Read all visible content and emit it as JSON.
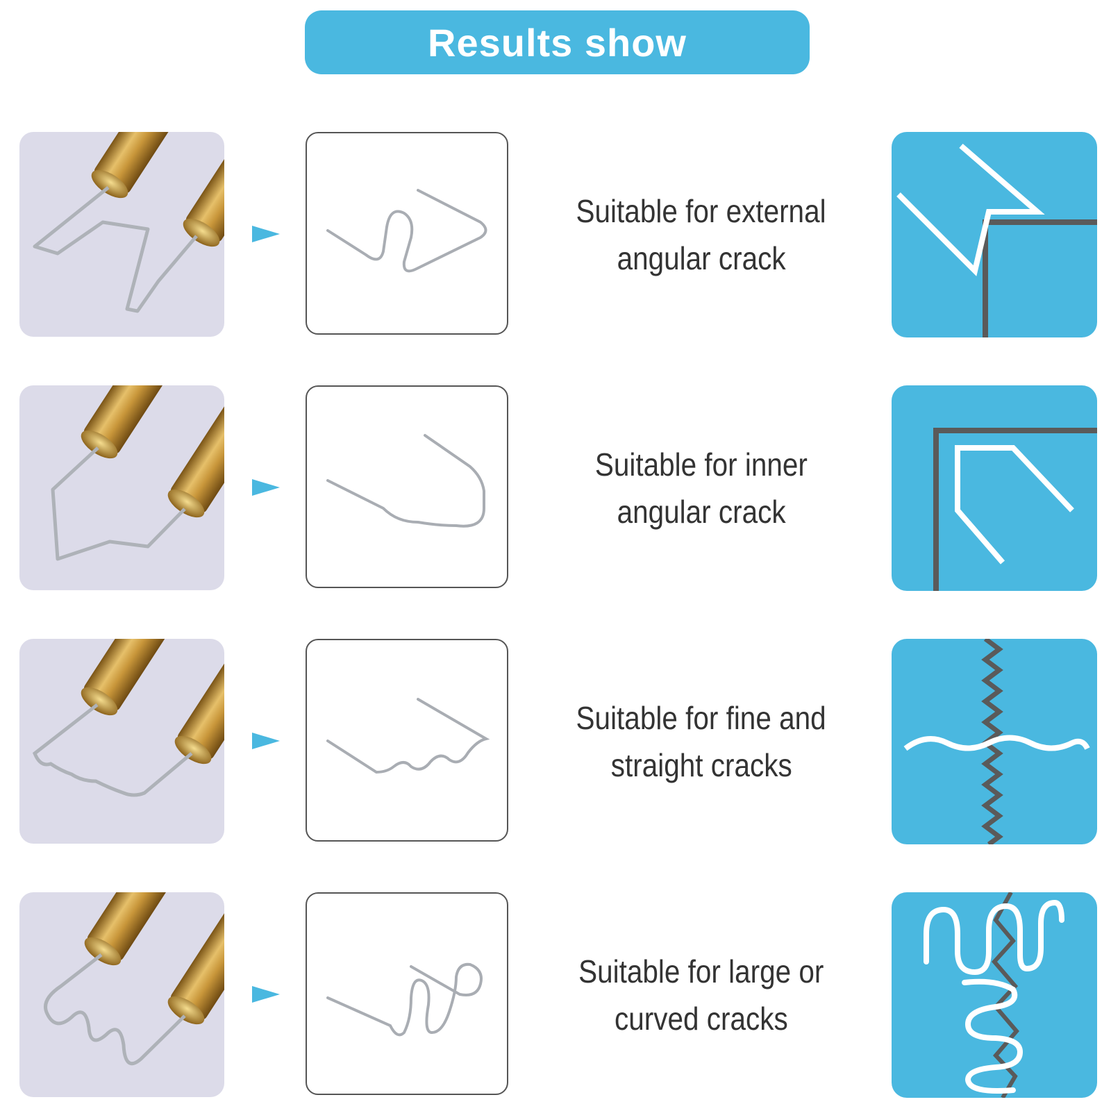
{
  "header": {
    "title": "Results show"
  },
  "colors": {
    "accent": "#4ab8e0",
    "photo_bg": "#dcdbe9",
    "brass": "#c99a3a",
    "crack": "#5a5a5a"
  },
  "rows": [
    {
      "line1": "Suitable for external",
      "line2": "angular crack",
      "icon": "external-angular-crack-icon"
    },
    {
      "line1": "Suitable for inner",
      "line2": "angular crack",
      "icon": "inner-angular-crack-icon"
    },
    {
      "line1": "Suitable for fine and",
      "line2": "straight cracks",
      "icon": "fine-straight-crack-icon"
    },
    {
      "line1": "Suitable for large or",
      "line2": "curved cracks",
      "icon": "curved-crack-icon"
    }
  ]
}
